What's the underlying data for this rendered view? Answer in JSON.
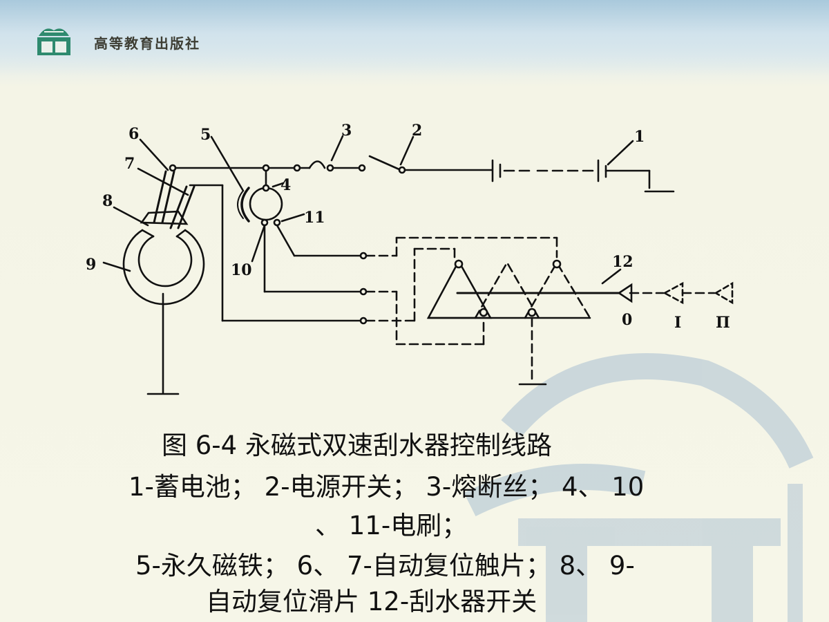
{
  "header": {
    "publisher": "高等教育出版社",
    "logo_icon": "publisher-logo-icon"
  },
  "diagram": {
    "labels": {
      "l1": "1",
      "l2": "2",
      "l3": "3",
      "l4": "4",
      "l5": "5",
      "l6": "6",
      "l7": "7",
      "l8": "8",
      "l9": "9",
      "l10": "10",
      "l11": "11",
      "l12": "12",
      "pos0": "0",
      "posI": "I",
      "posII": "Π"
    }
  },
  "caption": {
    "title": "图 6-4   永磁式双速刮水器控制线路",
    "line1": "1-蓄电池； 2-电源开关； 3-熔断丝； 4、 10",
    "line2": "、 11-电刷；",
    "line3": "5-永久磁铁； 6、 7-自动复位触片； 8、 9-",
    "line4": "自动复位滑片 12-刮水器开关"
  },
  "colors": {
    "background": "#f6f6e8",
    "band": "#b9d3e3",
    "ink": "#111111",
    "logo": "#2e8a6e",
    "watermark": "#9fb9cc"
  }
}
